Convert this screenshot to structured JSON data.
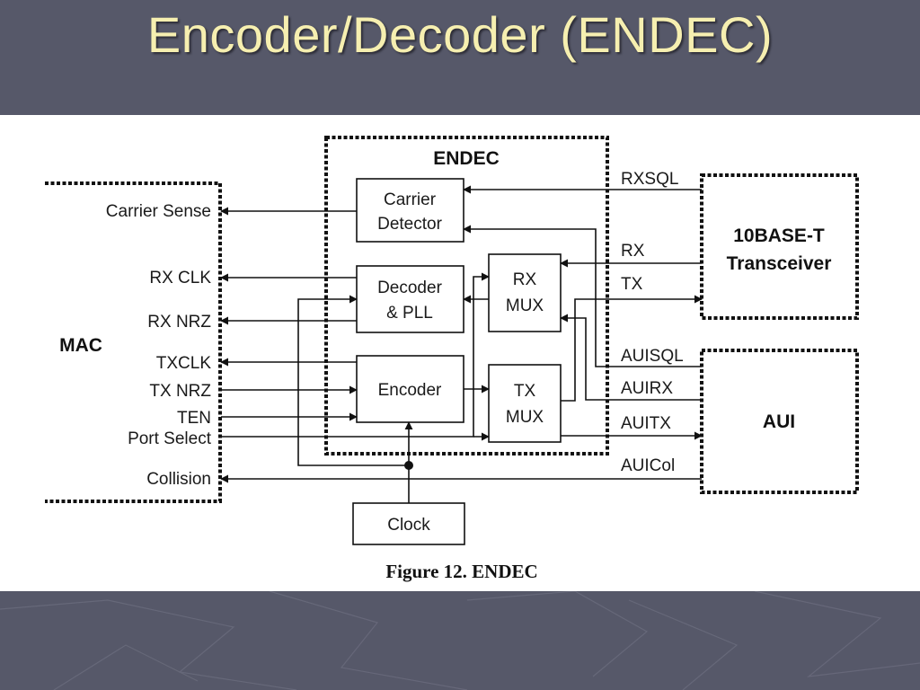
{
  "slide": {
    "title": "Encoder/Decoder (ENDEC)"
  },
  "diagram": {
    "endec_title": "ENDEC",
    "mac_label": "MAC",
    "mac_signals": {
      "carrier_sense": "Carrier Sense",
      "rx_clk": "RX CLK",
      "rx_nrz": "RX NRZ",
      "txclk": "TXCLK",
      "tx_nrz": "TX NRZ",
      "ten": "TEN",
      "port_select": "Port Select",
      "collision": "Collision"
    },
    "blocks": {
      "carrier_detector": [
        "Carrier",
        "Detector"
      ],
      "decoder_pll": [
        "Decoder",
        "& PLL"
      ],
      "encoder": "Encoder",
      "rx_mux": [
        "RX",
        "MUX"
      ],
      "tx_mux": [
        "TX",
        "MUX"
      ],
      "clock": "Clock"
    },
    "transceiver": [
      "10BASE-T",
      "Transceiver"
    ],
    "aui": "AUI",
    "right_signals": {
      "rxsql": "RXSQL",
      "rx": "RX",
      "tx": "TX",
      "auisql": "AUISQL",
      "auirx": "AUIRX",
      "auitx": "AUITX",
      "auicol": "AUICol"
    },
    "caption": "Figure 12.  ENDEC"
  }
}
